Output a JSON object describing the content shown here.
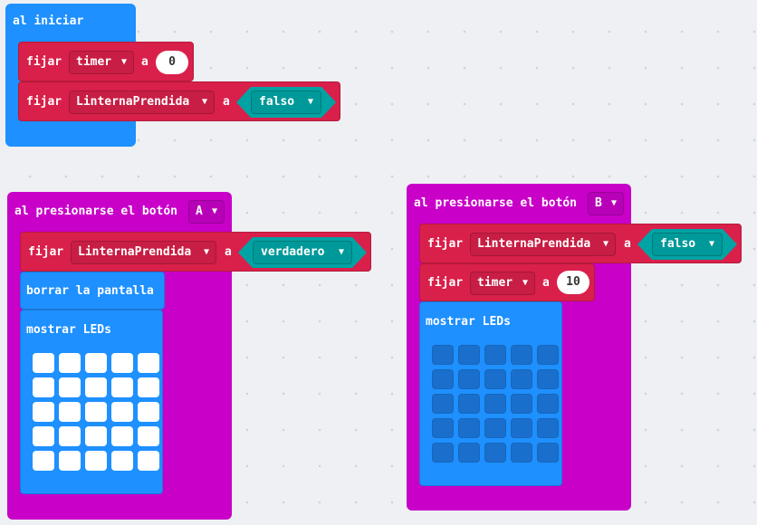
{
  "on_start": {
    "label": "al iniciar",
    "set1": {
      "keyword": "fijar",
      "variable": "timer",
      "to": "a",
      "value": "0"
    },
    "set2": {
      "keyword": "fijar",
      "variable": "LinternaPrendida",
      "to": "a",
      "value": "falso"
    }
  },
  "button_a": {
    "label": "al presionarse el botón",
    "button": "A",
    "set1": {
      "keyword": "fijar",
      "variable": "LinternaPrendida",
      "to": "a",
      "value": "verdadero"
    },
    "clear_label": "borrar la pantalla",
    "show_leds_label": "mostrar LEDs",
    "leds": [
      [
        1,
        1,
        1,
        1,
        1
      ],
      [
        1,
        1,
        1,
        1,
        1
      ],
      [
        1,
        1,
        1,
        1,
        1
      ],
      [
        1,
        1,
        1,
        1,
        1
      ],
      [
        1,
        1,
        1,
        1,
        1
      ]
    ]
  },
  "button_b": {
    "label": "al presionarse el botón",
    "button": "B",
    "set1": {
      "keyword": "fijar",
      "variable": "LinternaPrendida",
      "to": "a",
      "value": "falso"
    },
    "set2": {
      "keyword": "fijar",
      "variable": "timer",
      "to": "a",
      "value": "10"
    },
    "show_leds_label": "mostrar LEDs",
    "leds": [
      [
        0,
        0,
        0,
        0,
        0
      ],
      [
        0,
        0,
        0,
        0,
        0
      ],
      [
        0,
        0,
        0,
        0,
        0
      ],
      [
        0,
        0,
        0,
        0,
        0
      ],
      [
        0,
        0,
        0,
        0,
        0
      ]
    ]
  },
  "icons": {
    "caret": "caret-down-icon"
  },
  "colors": {
    "event_blue": "#1e90ff",
    "event_magenta": "#c800c8",
    "variables_red": "#d9204a",
    "logic_teal": "#00a3a3",
    "led_on": "#ffffff",
    "led_off": "#1a6fcc"
  }
}
